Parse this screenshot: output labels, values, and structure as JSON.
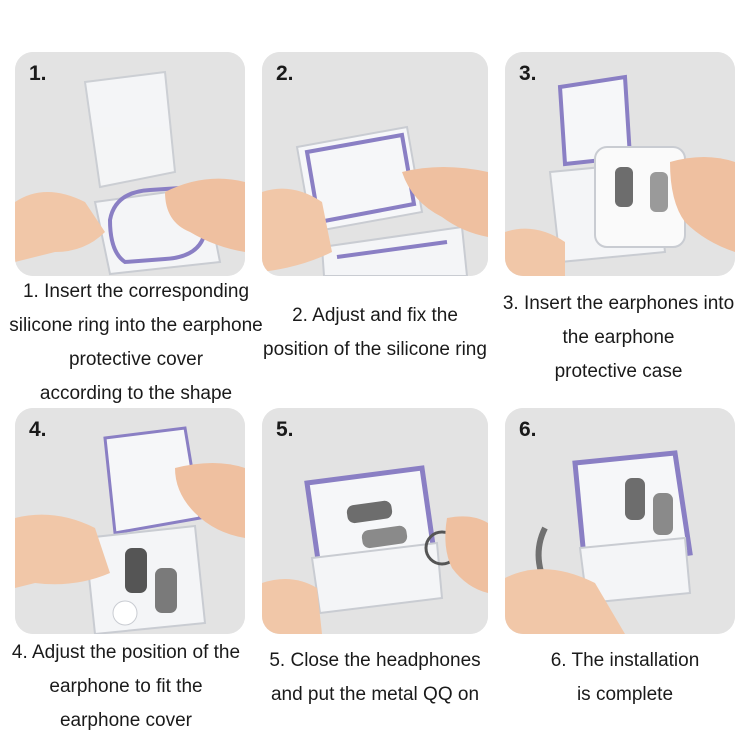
{
  "steps": [
    {
      "number": "1.",
      "caption_lines": [
        "1. Insert the corresponding",
        "silicone ring into the earphone",
        "protective cover",
        "according to the shape"
      ]
    },
    {
      "number": "2.",
      "caption_lines": [
        "2. Adjust and fix the",
        "position of the silicone ring"
      ]
    },
    {
      "number": "3.",
      "caption_lines": [
        "3. Insert the earphones into",
        "the earphone",
        "protective case"
      ]
    },
    {
      "number": "4.",
      "caption_lines": [
        "4. Adjust the position of the",
        "earphone to fit the",
        "earphone cover"
      ]
    },
    {
      "number": "5.",
      "caption_lines": [
        "5. Close the headphones",
        "and put the metal QQ on"
      ]
    },
    {
      "number": "6.",
      "caption_lines": [
        "6. The installation",
        "is complete"
      ]
    }
  ],
  "colors": {
    "photo_bg": "#e3e3e3",
    "silicone_ring": "#8a7fc4",
    "skin": "#f1c7a8",
    "case_edge": "#c9ccd2"
  }
}
